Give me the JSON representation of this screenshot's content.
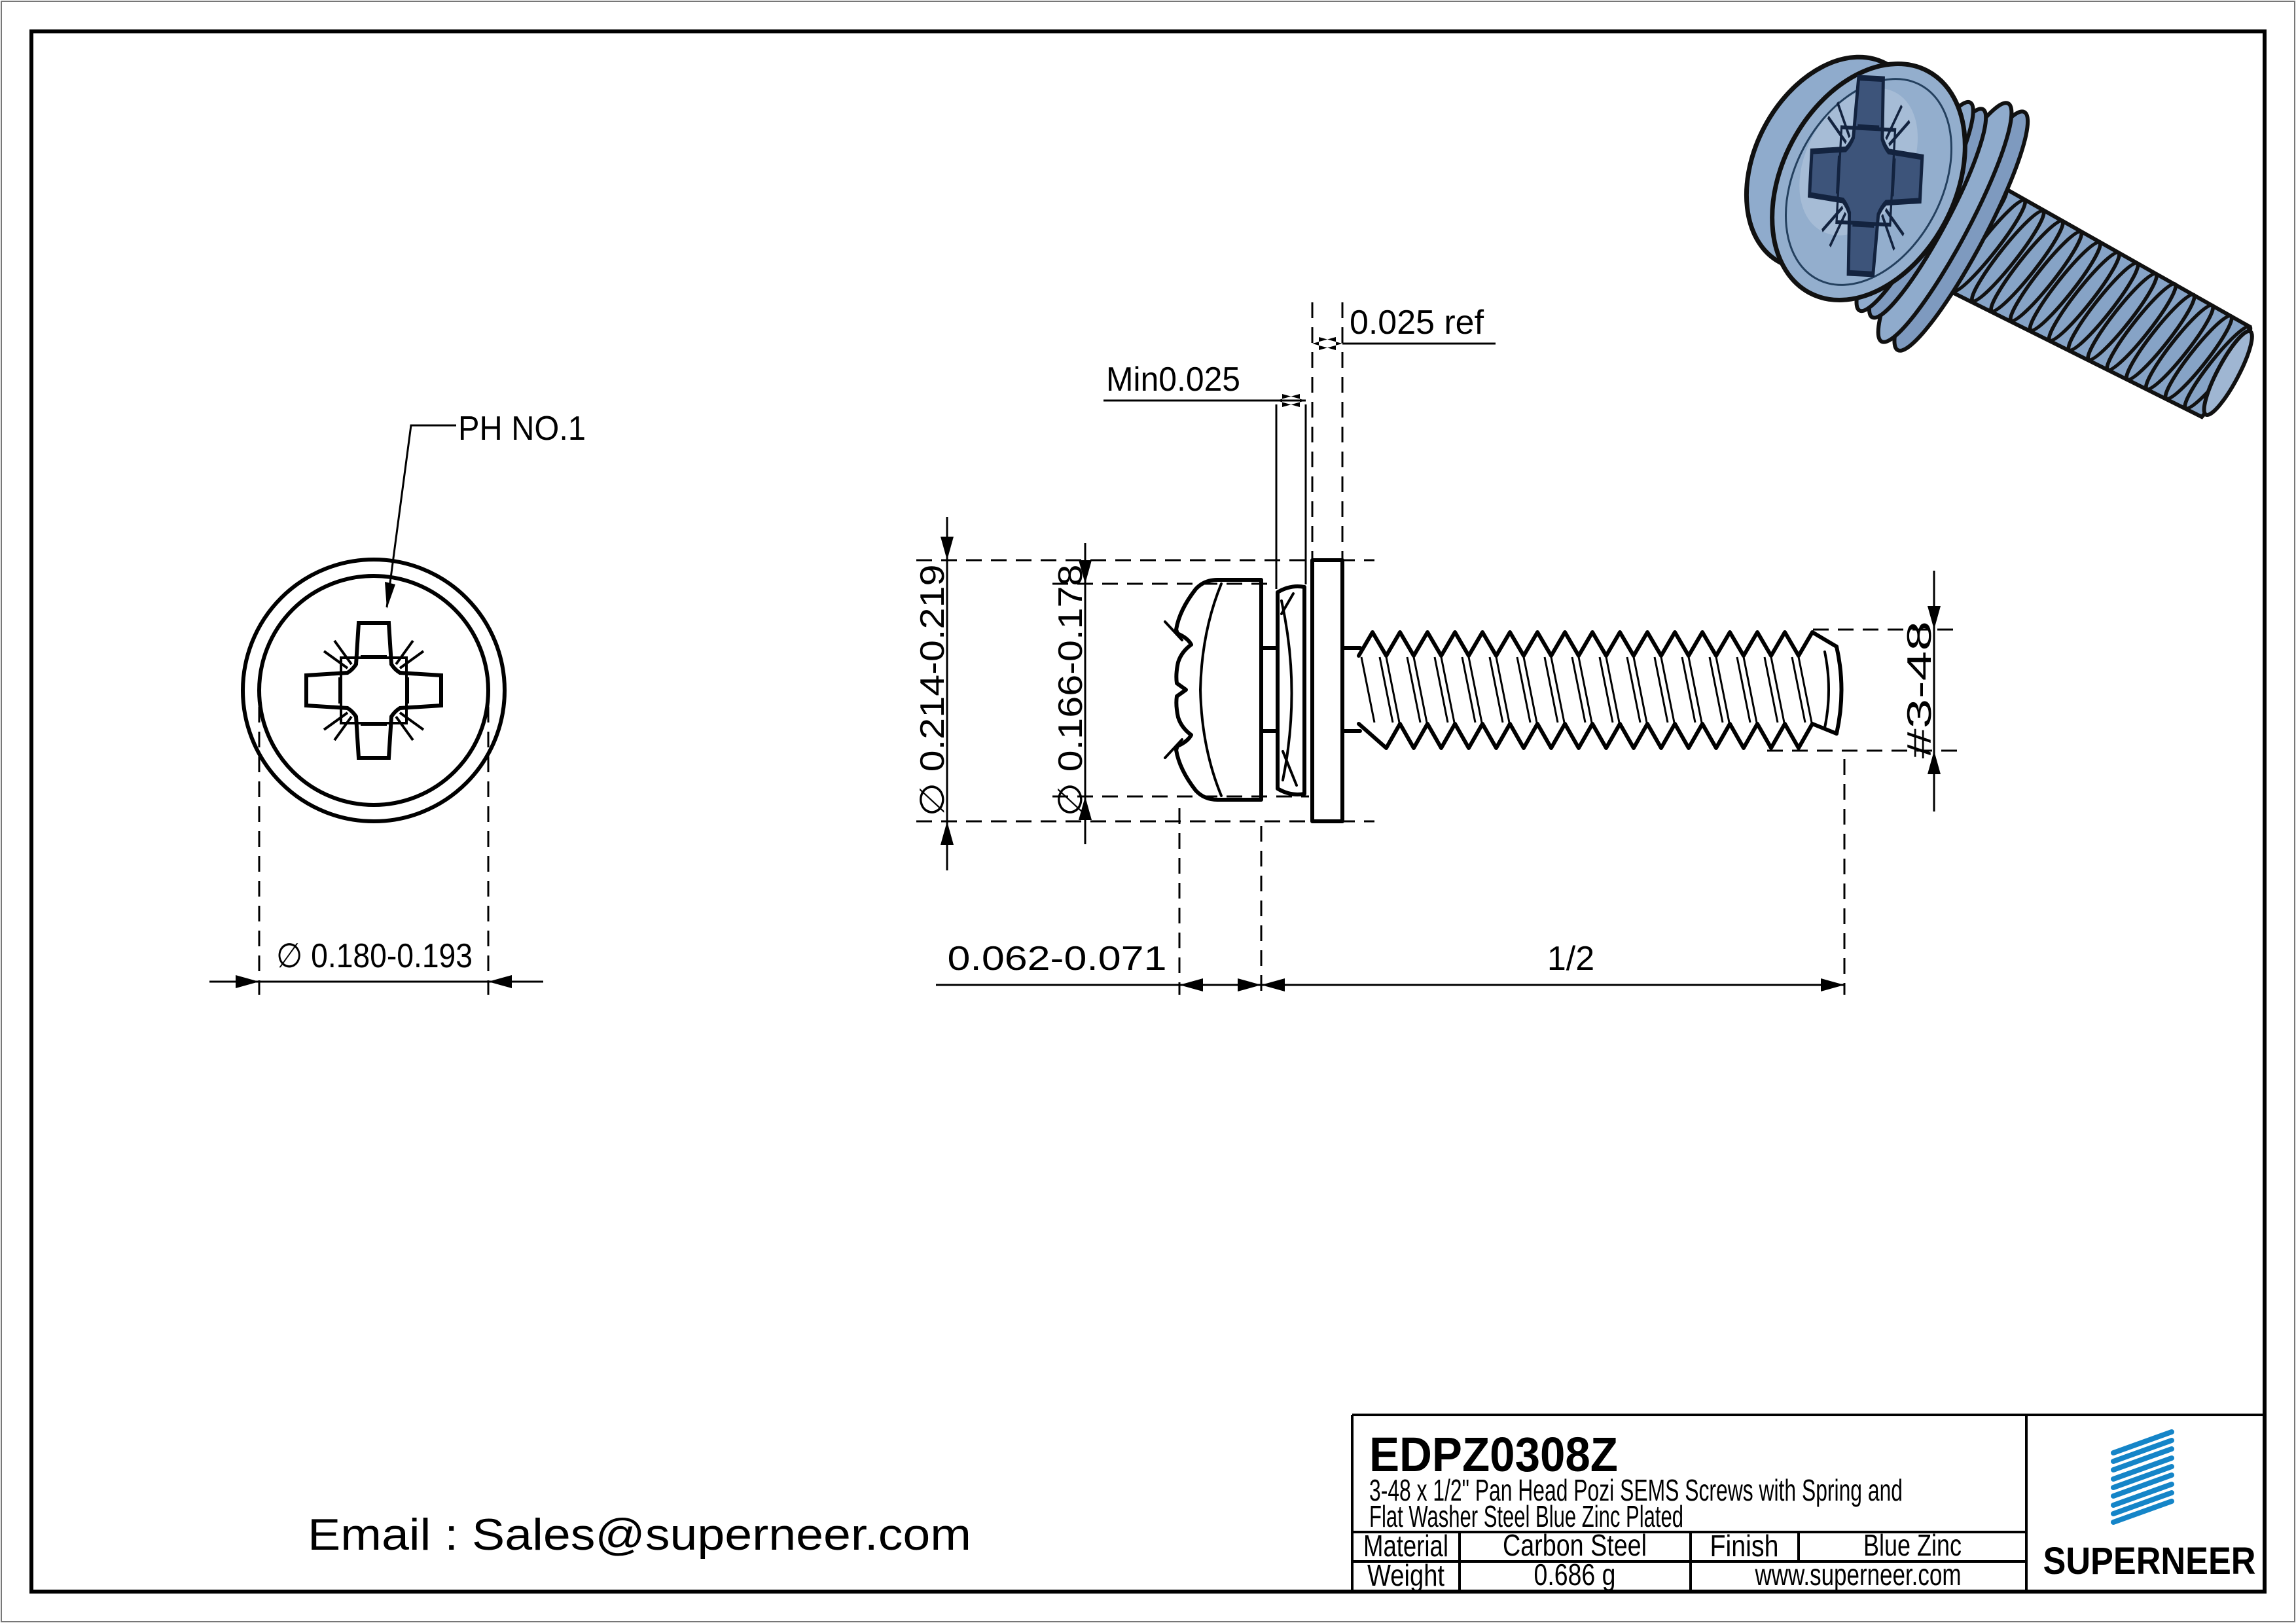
{
  "drawing": {
    "part_number": "EDPZ0308Z",
    "description_line1": "3-48 x 1/2\" Pan Head Pozi SEMS Screws with Spring and",
    "description_line2": "Flat Washer Steel Blue Zinc Plated",
    "material_label": "Material",
    "material_value": "Carbon Steel",
    "finish_label": "Finish",
    "finish_value": "Blue Zinc",
    "weight_label": "Weight",
    "weight_value": "0.686 g",
    "website": "www.superneer.com",
    "brand": "SUPERNEER",
    "email": "Email : Sales@superneer.com",
    "accent_blue": "#1585c8",
    "link_blue": "#1e8fd0",
    "steel_blue": "#8fabcc"
  },
  "front_view": {
    "drive_label": "PH NO.1",
    "head_diameter": "∅ 0.180-0.193"
  },
  "side_view": {
    "washer_thickness": "0.025 ref",
    "spring_thickness": "Min0.025",
    "washer_od": "∅ 0.214-0.219",
    "spring_od": "∅ 0.166-0.178",
    "head_height": "0.062-0.071",
    "thread_length": "1/2",
    "thread_size": "#3-48"
  }
}
